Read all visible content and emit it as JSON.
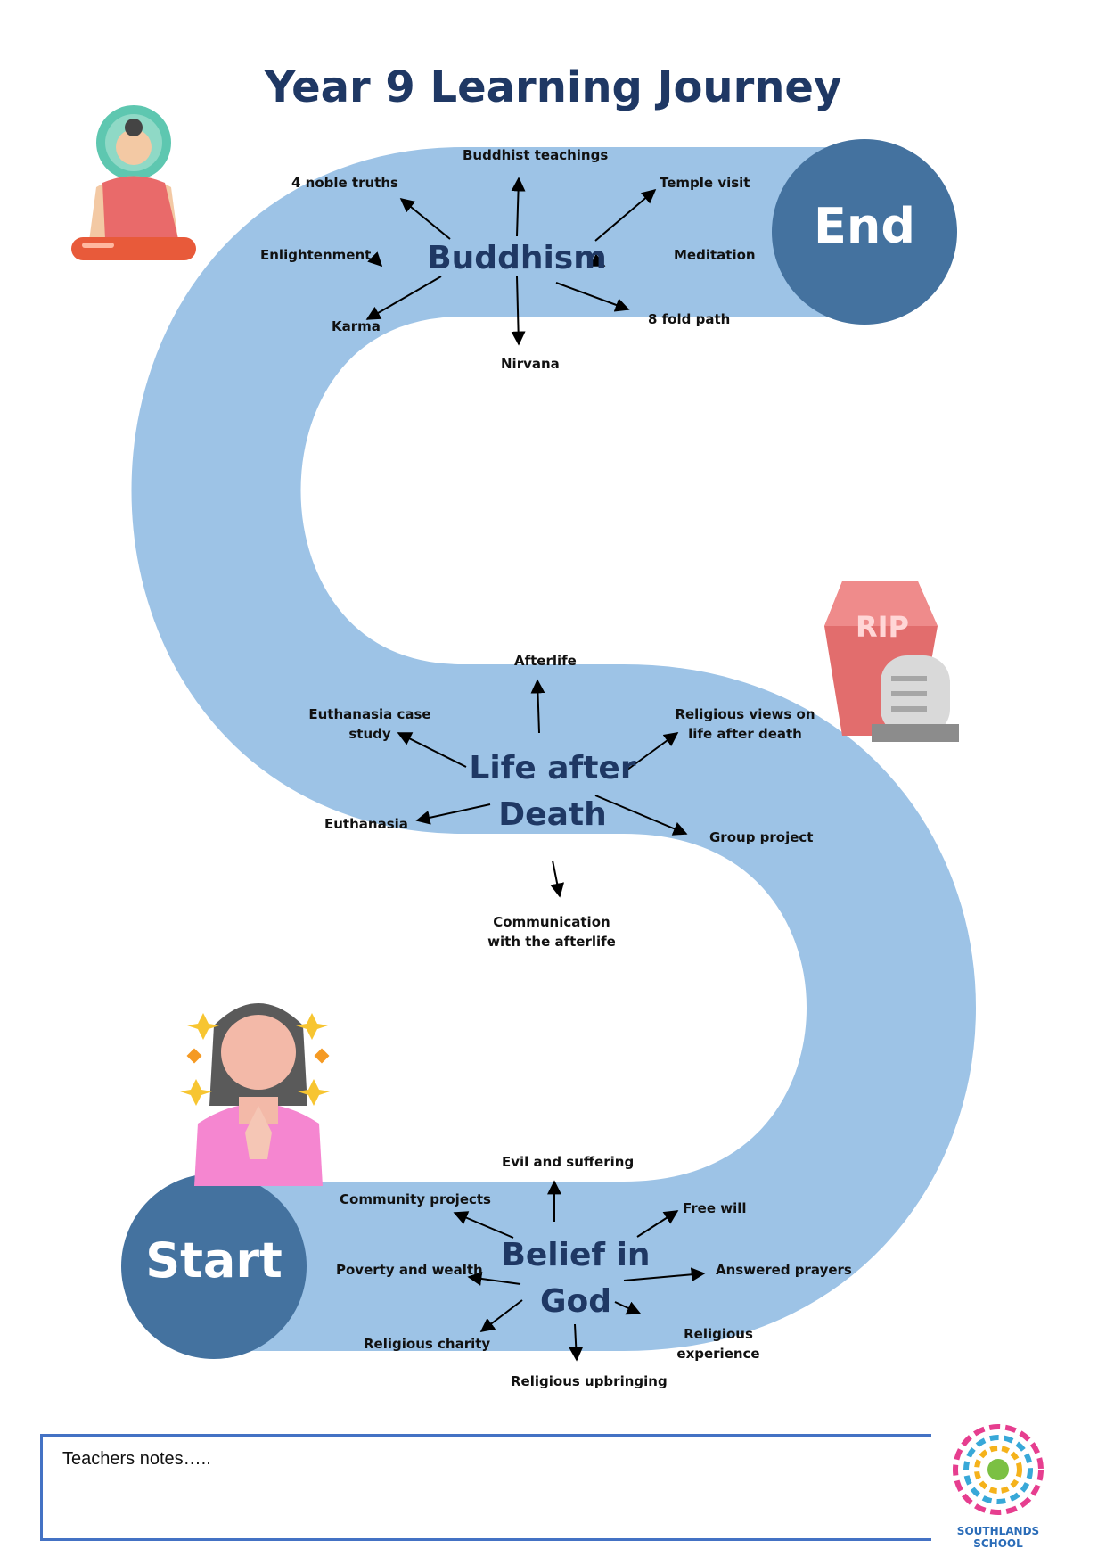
{
  "title": "Year 9 Learning Journey",
  "start_label": "Start",
  "end_label": "End",
  "topics": {
    "buddhism": {
      "hub": "Buddhism",
      "items": [
        "Buddhist teachings",
        "4 noble truths",
        "Temple visit",
        "Enlightenment",
        "Meditation",
        "Karma",
        "8 fold path",
        "Nirvana"
      ]
    },
    "life_after_death": {
      "hub_line1": "Life after",
      "hub_line2": "Death",
      "items": [
        "Afterlife",
        "Euthanasia case study",
        "Religious views on life after death",
        "Euthanasia",
        "Group project",
        "Communication with the afterlife"
      ]
    },
    "belief_in_god": {
      "hub_line1": "Belief in",
      "hub_line2": "God",
      "items": [
        "Evil and suffering",
        "Community projects",
        "Free will",
        "Poverty and wealth",
        "Answered prayers",
        "Religious charity",
        "Religious experience",
        "Religious upbringing"
      ]
    }
  },
  "rip_text": "RIP",
  "logo_text": "SOUTHLANDS SCHOOL",
  "notes_label": "Teachers notes…..",
  "colors": {
    "path": "#9dc3e6",
    "circle": "#44729f",
    "title": "#1f3864",
    "notes_border": "#4472c4"
  }
}
